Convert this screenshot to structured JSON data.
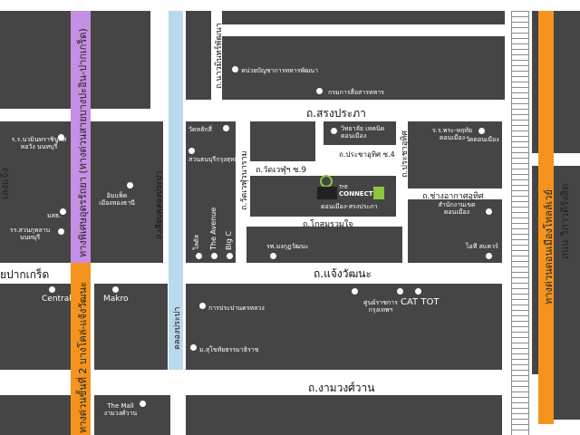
{
  "roads": {
    "sorn_prapa": "ถ.สรงประภา",
    "chaeng_wattana": "ถ.แจ้งวัฒนะ",
    "ngam_wong_wan": "ถ.งามวงศ์วาน",
    "wat_weru": "ถ.วัดเวฬุฯ ซ.9",
    "khotsumruam": "ถ.โกสุมรวมใจ",
    "chang_akat": "ถ.ช่างอากาศอุทิศ",
    "prachauthit_4": "ถ.ประชาอุทิศ ซ.4",
    "prachauthit": "ถ.ประชาอุทิศ",
    "wat_weru_vertical": "ถ.วัดเวฬุวนาราม",
    "sian_khlong": "ถ.เลียบคลองประปา",
    "khlong_prapa": "คลองประปา",
    "nawamin_pattana": "ถ.นาวมินทร์พัฒนา",
    "pak_kret": "ยปากเกร็ด",
    "vibhavadi": "ถนน วิภาวดีรังสิต",
    "left_edge": "เลงแจ้ง"
  },
  "highways": {
    "purple": "ทางพิเศษอุดรรัถยา (ทางด่วนสายบางปะอิน-ปากเกร็ด)",
    "orange_left": "ทางด่วนขั้นที่ 2 บางโคล่-แจ้งวัฒนะ",
    "orange_right": "ทางด่วนดอนเมืองโทลล์เวย์"
  },
  "places": {
    "military_unit": "หน่วยบัญชาการทหารพัฒนา",
    "comm_dept": "กรมการสื่อสารทหาร",
    "wat_laksi": "วัดหลักสี่",
    "laksi_park": "สวนธนบุรีกรุงสุทธิ์",
    "donmuang_college": "วิทยาลัย เทคนิคดอนเมือง",
    "dm_school": "ร.ร.พระ-หฤทัย ดอนเมือง",
    "wat_donmuang": "วัดดอนเมือง",
    "donmuang_office": "สำนักงานเขต ดอนเมือง",
    "nawamin_school": "ร.ร.นวมินทราชินูทิศ หอวัง นนทบุรี",
    "impact": "อิมแพ็ค เมืองทองธานี",
    "mahidol": "มสธ.",
    "suan_kularb": "รร.สวนกุหลาบ นนทบุรี",
    "lotus": "โลตัส",
    "the_avenue": "The Avenue",
    "big_c": "Big C",
    "hospital": "รพ.มงกุฎวัฒนะ",
    "it_square": "ไอที สแควร์",
    "central": "Central",
    "makro": "Makro",
    "govt_center": "ศูนย์ราชการ กรุงเทพฯ",
    "cat_tot": "CAT TOT",
    "pea": "การประปานครหลวง",
    "stou": "ม.สุโขทัยธรรมาธิราช",
    "the_mall": "The Mall งามวงศ์วาน"
  },
  "project": {
    "brand_top": "THE",
    "brand_main": "CONNECT",
    "subtitle": "ดอนเมือง-สรงประภา",
    "accent": "#8dc63f"
  },
  "colors": {
    "block": "#454545",
    "canal": "#b9d9ee",
    "purple_highway": "#c58fe3",
    "orange_highway": "#f4941f"
  }
}
